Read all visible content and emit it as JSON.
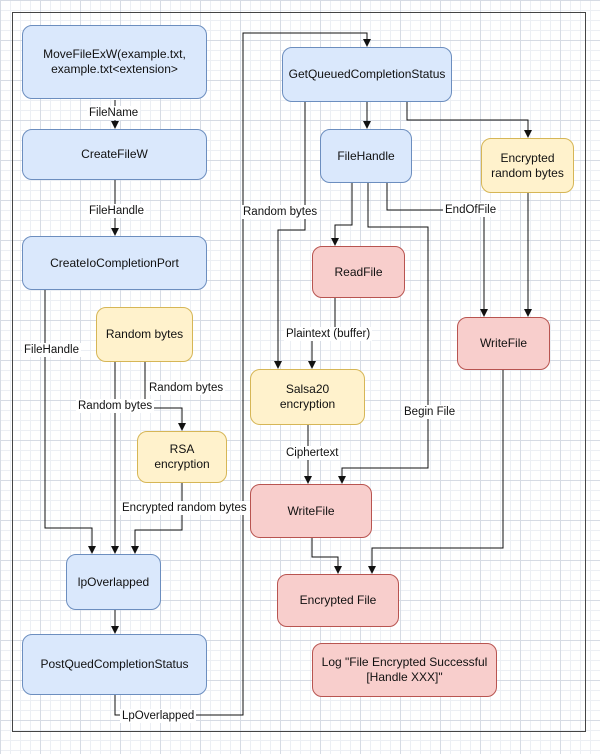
{
  "nodes": {
    "movefileexw": "MoveFileExW(example.txt, example.txt<extension>",
    "createfilew": "CreateFileW",
    "createiocompletionport": "CreateIoCompletionPort",
    "random_bytes": "Random bytes",
    "rsa_encryption": "RSA encryption",
    "lpoverlapped": "lpOverlapped",
    "postqueued": "PostQuedCompletionStatus",
    "getqueued": "GetQueuedCompletionStatus",
    "filehandle": "FileHandle",
    "encrypted_random_bytes": "Encrypted random bytes",
    "readfile": "ReadFile",
    "salsa20": "Salsa20 encryption",
    "writefile_right": "WriteFile",
    "writefile_center": "WriteFile",
    "encrypted_file": "Encrypted File",
    "log": "Log \"File Encrypted Successful [Handle XXX]\""
  },
  "edge_labels": {
    "filename": "FileName",
    "filehandle_1": "FileHandle",
    "filehandle_2": "FileHandle",
    "random_bytes_a": "Random bytes",
    "random_bytes_b": "Random bytes",
    "encrypted_random_bytes": "Encrypted random bytes",
    "lpoverlapped_edge": "LpOverlapped",
    "random_bytes_c": "Random bytes",
    "endoffile": "EndOfFile",
    "plaintext_buffer": "Plaintext (buffer)",
    "ciphertext": "Ciphertext",
    "begin_file": "Begin File"
  },
  "colors": {
    "blue_fill": "#dae8fc",
    "blue_stroke": "#6c8ebf",
    "yellow_fill": "#fff2cc",
    "yellow_stroke": "#d6b656",
    "red_fill": "#f8cecc",
    "red_stroke": "#b85450"
  }
}
